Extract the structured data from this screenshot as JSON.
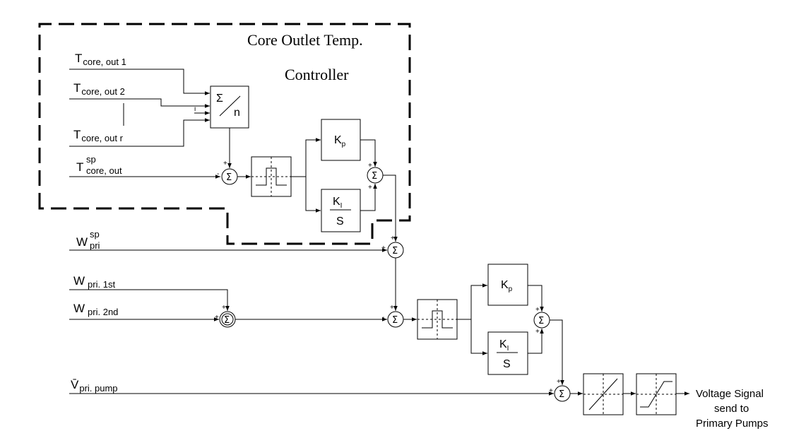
{
  "controller_title": {
    "line1": "Core Outlet Temp.",
    "line2": "Controller"
  },
  "signals": {
    "t_out_1": {
      "main": "T",
      "sub": "core, out 1"
    },
    "t_out_2": {
      "main": "T",
      "sub": "core, out 2"
    },
    "t_out_r": {
      "main": "T",
      "sub": "core, out r"
    },
    "t_sp": {
      "main": "T",
      "sup": "sp",
      "sub": "core, out"
    },
    "w_pri_sp": {
      "main": "W",
      "sup": "sp",
      "sub": "pri"
    },
    "w_pri_1st": {
      "main": "W",
      "sub": "pri. 1st"
    },
    "w_pri_2nd": {
      "main": "W",
      "sub": "pri. 2nd"
    },
    "v_pump": {
      "main": "V̄",
      "sub": "pri. pump"
    }
  },
  "blocks": {
    "average": {
      "num": "Σ",
      "den": "n"
    },
    "kp": {
      "main": "K",
      "sub": "p"
    },
    "ki": {
      "main": "K",
      "sub": "I",
      "den": "S"
    },
    "sum_symbol": "Σ"
  },
  "index_label": "i",
  "signs": {
    "plus": "+",
    "minus": "-"
  },
  "output": {
    "line1": "Voltage Signal",
    "line2": "send to",
    "line3": "Primary Pumps"
  }
}
